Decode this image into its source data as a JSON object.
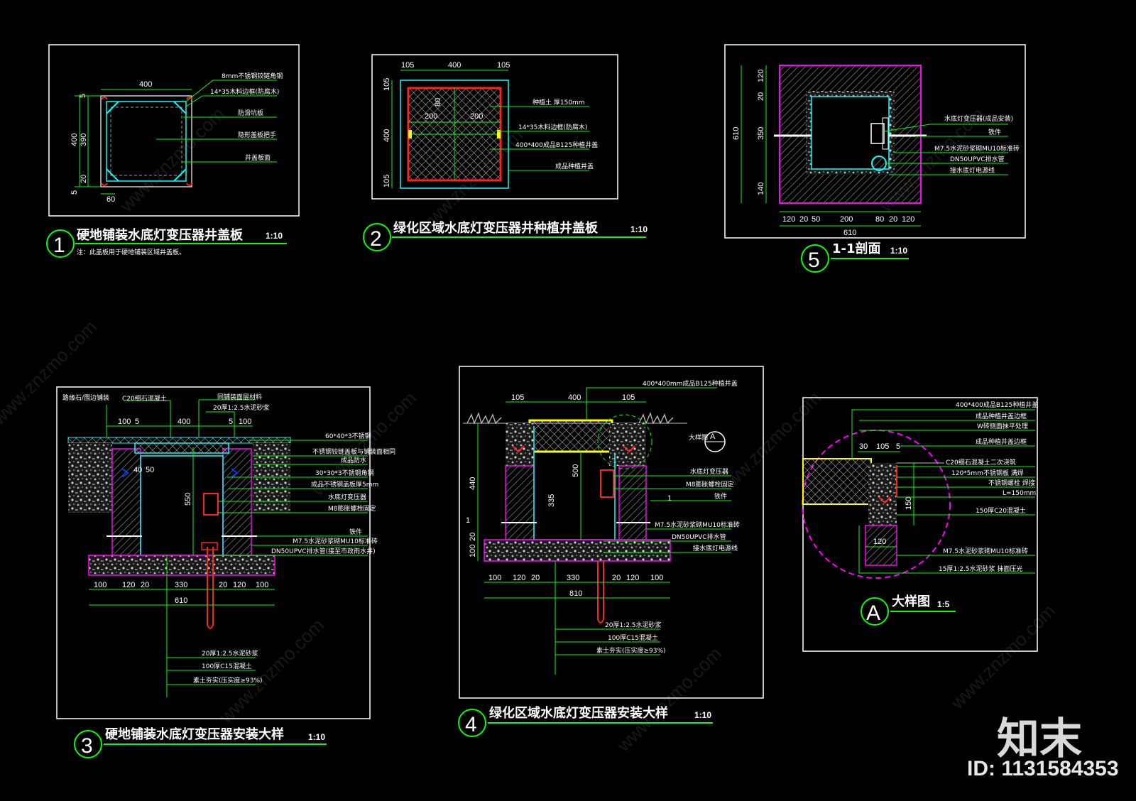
{
  "palette": {
    "frame": "#ffffff",
    "dim": "#00ff00",
    "section": "#ff00ff",
    "cover": "#ff2020",
    "pipe": "#00ffff",
    "fill": "#ffff00"
  },
  "d1": {
    "num": "1",
    "title": "硬地铺装水底灯变压器井盖板",
    "scale": "1:10",
    "note": "注：此盖板用于硬地铺装区域井盖板。",
    "dims": [
      "400",
      "5",
      "390",
      "400",
      "20",
      "5",
      "60"
    ],
    "labels": [
      "8mm不锈钢铰链角钢",
      "14*35木料边框(防腐木)",
      "防滑坑板",
      "隐形盖板把手",
      "井盖板面"
    ]
  },
  "d2": {
    "num": "2",
    "title": "绿化区域水底灯变压器井种植井盖板",
    "scale": "1:10",
    "dims": [
      "105",
      "400",
      "105",
      "105",
      "400",
      "105",
      "80",
      "200",
      "200"
    ],
    "labels": [
      "种植土 厚150mm",
      "14*35木料边框(防腐木)",
      "400*400成品B125种植井盖",
      "成品种植井盖"
    ]
  },
  "d5": {
    "num": "5",
    "title": "1-1剖面",
    "scale": "1:10",
    "dims_left": [
      "120",
      "20",
      "350",
      "140",
      "610"
    ],
    "dims_bottom": [
      "120",
      "20",
      "50",
      "200",
      "80",
      "20",
      "120",
      "610"
    ],
    "labels": [
      "水底灯变压器(成品安装)",
      "铁件",
      "M7.5水泥砂浆砌MU10标准砖",
      "DN50UPVC排水管",
      "接水底灯电源线"
    ]
  },
  "d3": {
    "num": "3",
    "title": "硬地铺装水底灯变压器安装大样",
    "scale": "1:10",
    "top_labels": [
      "路缘石/围边铺装",
      "C20细石混凝土",
      "同铺装面层材料",
      "20厚1:2.5水泥砂浆"
    ],
    "dims_top": [
      "100",
      "5",
      "400",
      "5",
      "100"
    ],
    "dims_side": [
      "40",
      "50",
      "550"
    ],
    "dims_bottom": [
      "100",
      "120",
      "20",
      "330",
      "20",
      "120",
      "100",
      "610"
    ],
    "labels": [
      "60*40*3不锈钢",
      "不锈钢铰链盖板与铺装面相同",
      "成品防水",
      "30*30*3不锈钢角钢",
      "成品不锈钢盖板厚5mm",
      "水底灯变压器",
      "M8膨胀螺栓固定",
      "铁件",
      "M7.5水泥砂浆砌MU10标准砖",
      "DN50UPVC排水管(接至市政雨水井)"
    ],
    "bottom_labels": [
      "20厚1:2.5水泥砂浆",
      "100厚C15混凝土",
      "素土夯实(压实度≥93%)"
    ]
  },
  "d4": {
    "num": "4",
    "title": "绿化区域水底灯变压器安装大样",
    "scale": "1:10",
    "top_label": "400*400mm成品B125种植井盖",
    "dims_top": [
      "105",
      "400",
      "105"
    ],
    "dims_left": [
      "440",
      "100",
      "20"
    ],
    "dims_mid": [
      "500",
      "335"
    ],
    "section_mark": "1",
    "dims_bottom": [
      "100",
      "120",
      "20",
      "330",
      "20",
      "120",
      "100",
      "810"
    ],
    "ref_label": "大样图",
    "ref_letter": "A",
    "labels": [
      "水底灯变压器",
      "M8膨胀螺栓固定",
      "铁件",
      "M7.5水泥砂浆砌MU10标准砖",
      "DN50UPVC排水管",
      "接水底灯电源线"
    ],
    "bottom_labels": [
      "20厚1:2.5水泥砂浆",
      "100厚C15混凝土",
      "素土夯实(压实度≥93%)"
    ]
  },
  "dA": {
    "letter": "A",
    "title": "大样图",
    "scale": "1:5",
    "dims": [
      "30",
      "105",
      "5",
      "150",
      "120"
    ],
    "labels": [
      "400*400成品B125种植井盖",
      "成品种植井盖边框",
      "W砖侧面抹平处理",
      "成品种植井盖边框",
      "C20细石混凝土二次浇筑",
      "120*5mm不锈钢板 满焊",
      "不锈钢螺栓 焊接",
      "L=150mm",
      "150厚C20混凝土",
      "M7.5水泥砂浆砌MU10标准砖",
      "15厚1:2.5水泥砂浆 抹面压光"
    ]
  },
  "watermark": "www.znzmo.com",
  "brand": "知末",
  "brand_id": "ID: 1131584353"
}
